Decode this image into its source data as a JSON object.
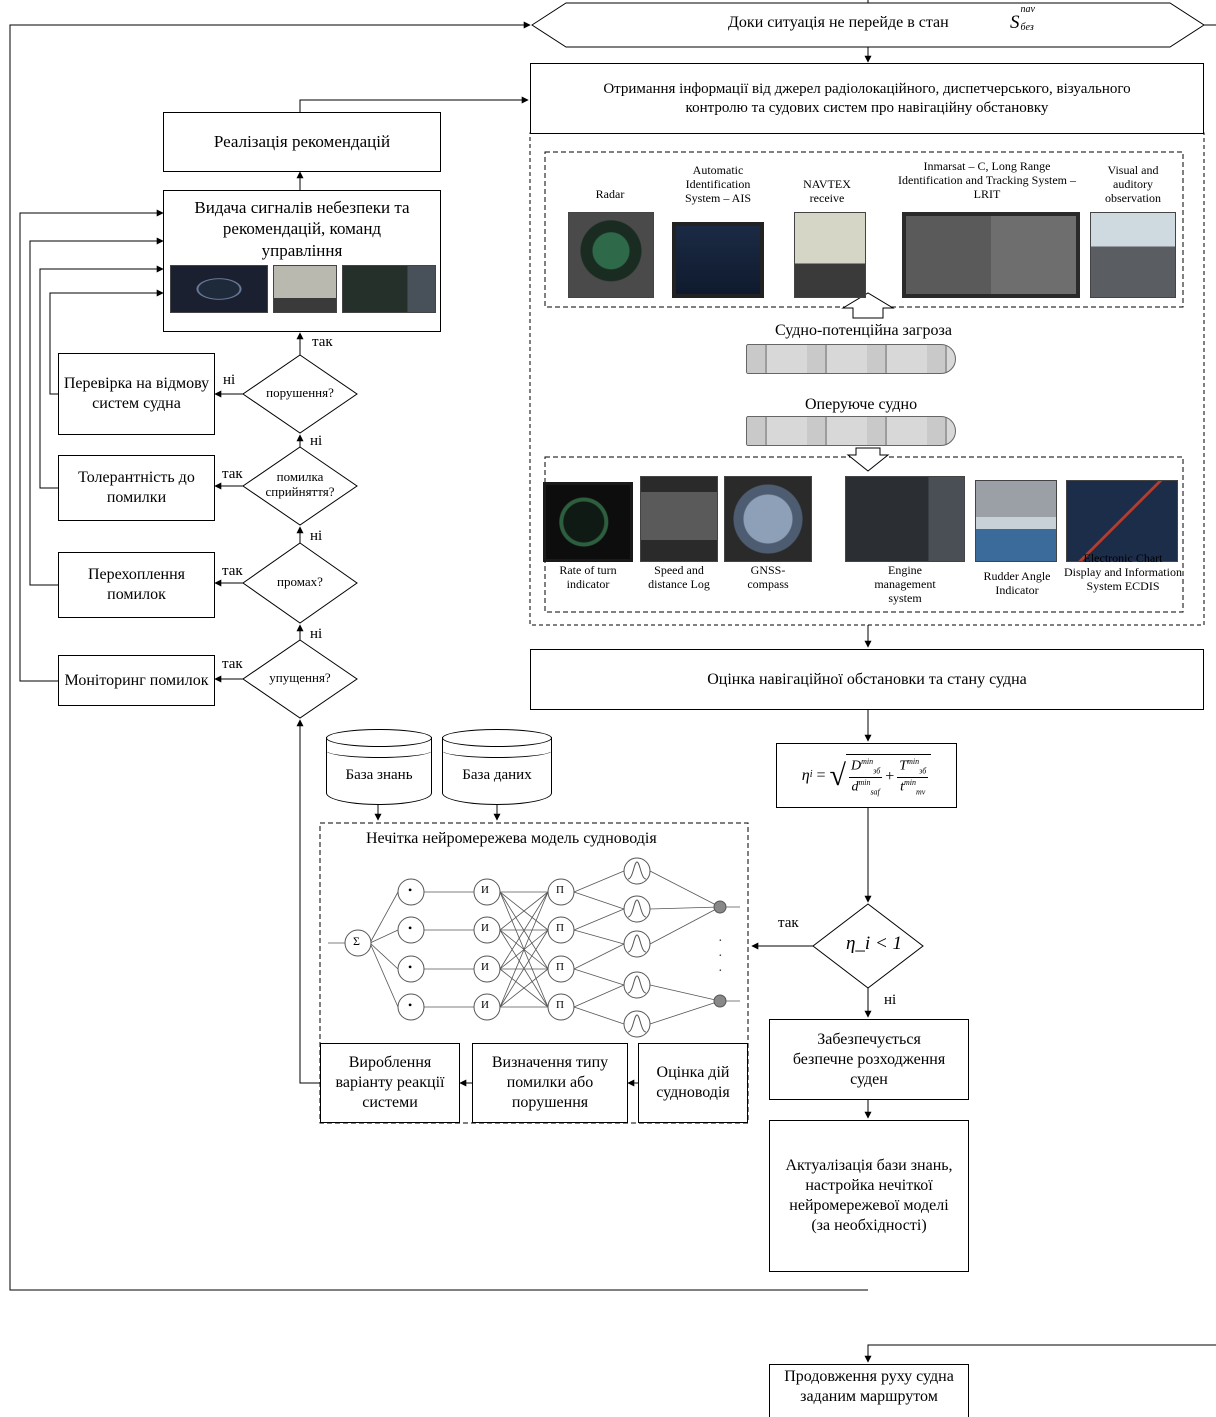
{
  "header": {
    "loop_condition": "Доки ситуація не перейде в стан",
    "loop_state_symbol": "S",
    "loop_state_sup": "nav",
    "loop_state_sub": "без"
  },
  "right_flow": {
    "info_sources": "Отримання інформації від джерел радіолокаційного, диспетчерського, візуального контролю та судових систем про навігаційну обстановку",
    "sensors_top": [
      "Radar",
      "Automatic Identification System – AIS",
      "NAVTEX receive",
      "Inmarsat – C, Long Range Identification and Tracking System – LRIT",
      "Visual and auditory observation"
    ],
    "threat_ship": "Судно-потенційна загроза",
    "own_ship": "Оперуюче судно",
    "sensors_bottom": [
      "Rate of turn indicator",
      "Speed and distance Log",
      "GNSS-compass",
      "Engine management system",
      "Rudder Angle Indicator",
      "Electronic Chart Display and Information System ECDIS"
    ],
    "assessment": "Оцінка навігаційної обстановки та стану судна",
    "formula": {
      "lhs": "η",
      "lhs_sub": "i",
      "d_num": "D",
      "d_num_sup": "min",
      "d_num_sub": "зб",
      "d_den": "d",
      "d_den_sup": "min",
      "d_den_sub": "saf",
      "t_num": "T",
      "t_num_sup": "min",
      "t_num_sub": "зб",
      "t_den": "t",
      "t_den_sup": "min",
      "t_den_sub": "mv"
    },
    "decision": "η_i < 1",
    "decision_yes": "так",
    "decision_no": "ні",
    "safe_pass": "Забезпечується безпечне розходження суден",
    "update_kb": "Актуалізація бази знань, настройка нечіткої нейромережевої моделі (за необхідності)",
    "continue": "Продовження руху судна заданим маршрутом"
  },
  "left_flow": {
    "implement": "Реалізація рекомендацій",
    "signals": "Видача сигналів небезпеки та рекомендацій, команд управління",
    "check_failure": "Перевірка на відмову систем судна",
    "tolerance": "Толерантність до помилки",
    "interception": "Перехоплення помилок",
    "monitoring": "Моніторинг помилок",
    "violation_q": "порушення?",
    "perception_q": "помилка сприйняття?",
    "miss_q": "промах?",
    "omission_q": "упущення?",
    "yes": "так",
    "no": "ні"
  },
  "model": {
    "knowledge_base": "База знань",
    "database": "База даних",
    "title": "Нечітка нейромережева модель судноводія",
    "response": "Вироблення варіанту реакції системи",
    "error_type": "Визначення типу помилки або порушення",
    "evaluation": "Оцінка дій судноводія",
    "node_sum": "Σ",
    "node_and": "И",
    "node_prod": "П",
    "node_dot": "•"
  }
}
